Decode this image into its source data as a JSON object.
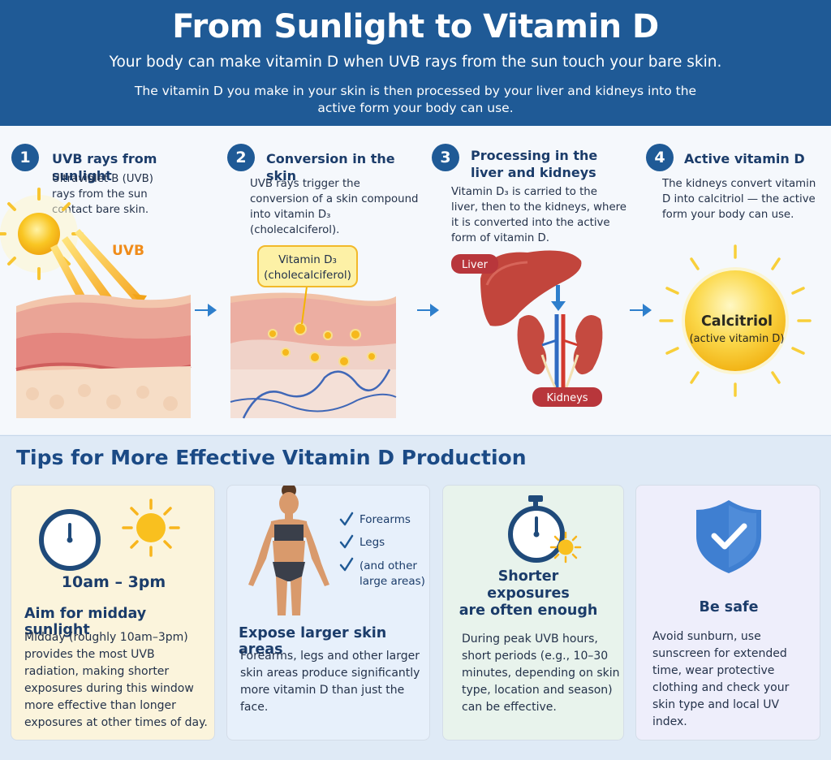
{
  "header": {
    "title": "From Sunlight to Vitamin D",
    "subtitle": "Your body can make vitamin D when UVB rays from the sun touch your bare skin.",
    "intro": "The vitamin D you make in your skin is then processed by your liver and kidneys into the active form your body can use."
  },
  "steps": [
    {
      "number": "1",
      "title": "UVB rays from sunlight",
      "description": "Ultraviolet B (UVB) rays from the sun contact bare skin.",
      "label": "UVB"
    },
    {
      "number": "2",
      "title": "Conversion in the skin",
      "description": "UVB rays trigger the conversion of a skin compound into vitamin D₃ (cholecalciferol).",
      "label_line1": "Vitamin D₃",
      "label_line2": "(cholecalciferol)"
    },
    {
      "number": "3",
      "title": "Processing in the liver and kidneys",
      "description": "Vitamin D₃ is carried to the liver, then to the kidneys, where it is converted into the active form of vitamin D.",
      "liver_label": "Liver",
      "kidneys_label": "Kidneys"
    },
    {
      "number": "4",
      "title": "Active vitamin D",
      "description": "The kidneys convert vitamin D into calcitriol — the active form your body can use.",
      "label_line1": "Calcitriol",
      "label_line2": "(active vitamin D)"
    }
  ],
  "tips": {
    "title": "Tips for More Effective Vitamin D Production",
    "cards": [
      {
        "highlight": "10am – 3pm",
        "title": "Aim for midday sunlight",
        "body": "Midday (roughly 10am–3pm) provides the most UVB radiation, making shorter exposures during this window more effective than longer exposures at other times of day.",
        "color": "#fbf4dc"
      },
      {
        "checklist": [
          "Forearms",
          "Legs",
          "(and other large areas)"
        ],
        "title": "Expose larger skin areas",
        "body": "Forearms, legs and other larger skin areas produce significantly more vitamin D than just the face.",
        "color": "#e7f0fb"
      },
      {
        "title_line1": "Shorter",
        "title_line2": "exposures",
        "title_line3": "are often enough",
        "body": "During peak UVB hours, short periods (e.g., 10–30 minutes, depending on skin type, location and season) can be effective.",
        "color": "#e8f3ec"
      },
      {
        "title": "Be safe",
        "body": "Avoid sunburn, use sunscreen for extended time, wear protective clothing and check your skin type and local UV index.",
        "color": "#eeeefb"
      }
    ]
  },
  "colors": {
    "header_bg": "#1f5a96",
    "accent_blue": "#1f5a96",
    "sun_yellow": "#f7c21d",
    "label_red": "#b8363b"
  },
  "icons": [
    "sun-icon",
    "arrow-right-icon",
    "skin-layers-icon",
    "liver-icon",
    "kidneys-icon",
    "calcitriol-sun-icon",
    "clock-icon",
    "body-figure-icon",
    "checkmark-icon",
    "stopwatch-icon",
    "shield-check-icon"
  ]
}
